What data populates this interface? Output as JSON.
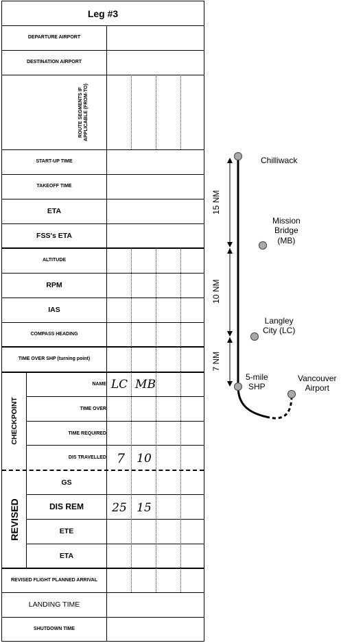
{
  "form": {
    "title": "Leg #3",
    "departure_airport": "DEPARTURE AIRPORT",
    "destination_airport": "DESTINATION AIRPORT",
    "route_segments": "ROUTE SEGMENTS IF APPLICABLE (FROM-TO)",
    "startup_time": "START-UP TIME",
    "takeoff_time": "TAKEOFF TIME",
    "eta": "ETA",
    "fss_eta": "FSS's ETA",
    "altitude": "ALTITUDE",
    "rpm": "RPM",
    "ias": "IAS",
    "compass_heading": "COMPASS HEADING",
    "time_over_shp": "TIME OVER SHP (turning point)",
    "checkpoint": {
      "section_label": "CHECKPOINT",
      "name": "NAME",
      "time_over": "TIME OVER",
      "time_required": "TIME REQUIRED",
      "dis_travelled": "DIS TRAVELLED"
    },
    "revised": {
      "section_label": "REVISED",
      "gs": "GS",
      "dis_rem": "DIS REM",
      "ete": "ETE",
      "eta": "ETA"
    },
    "revised_arrival": "REVISED FLIGHT PLANNED ARRIVAL",
    "landing_time": "LANDING TIME",
    "shutdown_time": "SHUTDOWN TIME",
    "handwritten": {
      "name_1": "LC",
      "name_2": "MB",
      "dis_travelled_1": "7",
      "dis_travelled_2": "10",
      "dis_rem_1": "25",
      "dis_rem_2": "15"
    }
  },
  "map": {
    "points": {
      "chilliwack": "Chilliwack",
      "mission_bridge": "Mission Bridge (MB)",
      "langley_city": "Langley City (LC)",
      "five_mile_shp": "5-mile SHP",
      "vancouver_airport": "Vancouver Airport"
    },
    "distances": {
      "seg1": "15 NM",
      "seg2": "10 NM",
      "seg3": "7 NM"
    }
  }
}
